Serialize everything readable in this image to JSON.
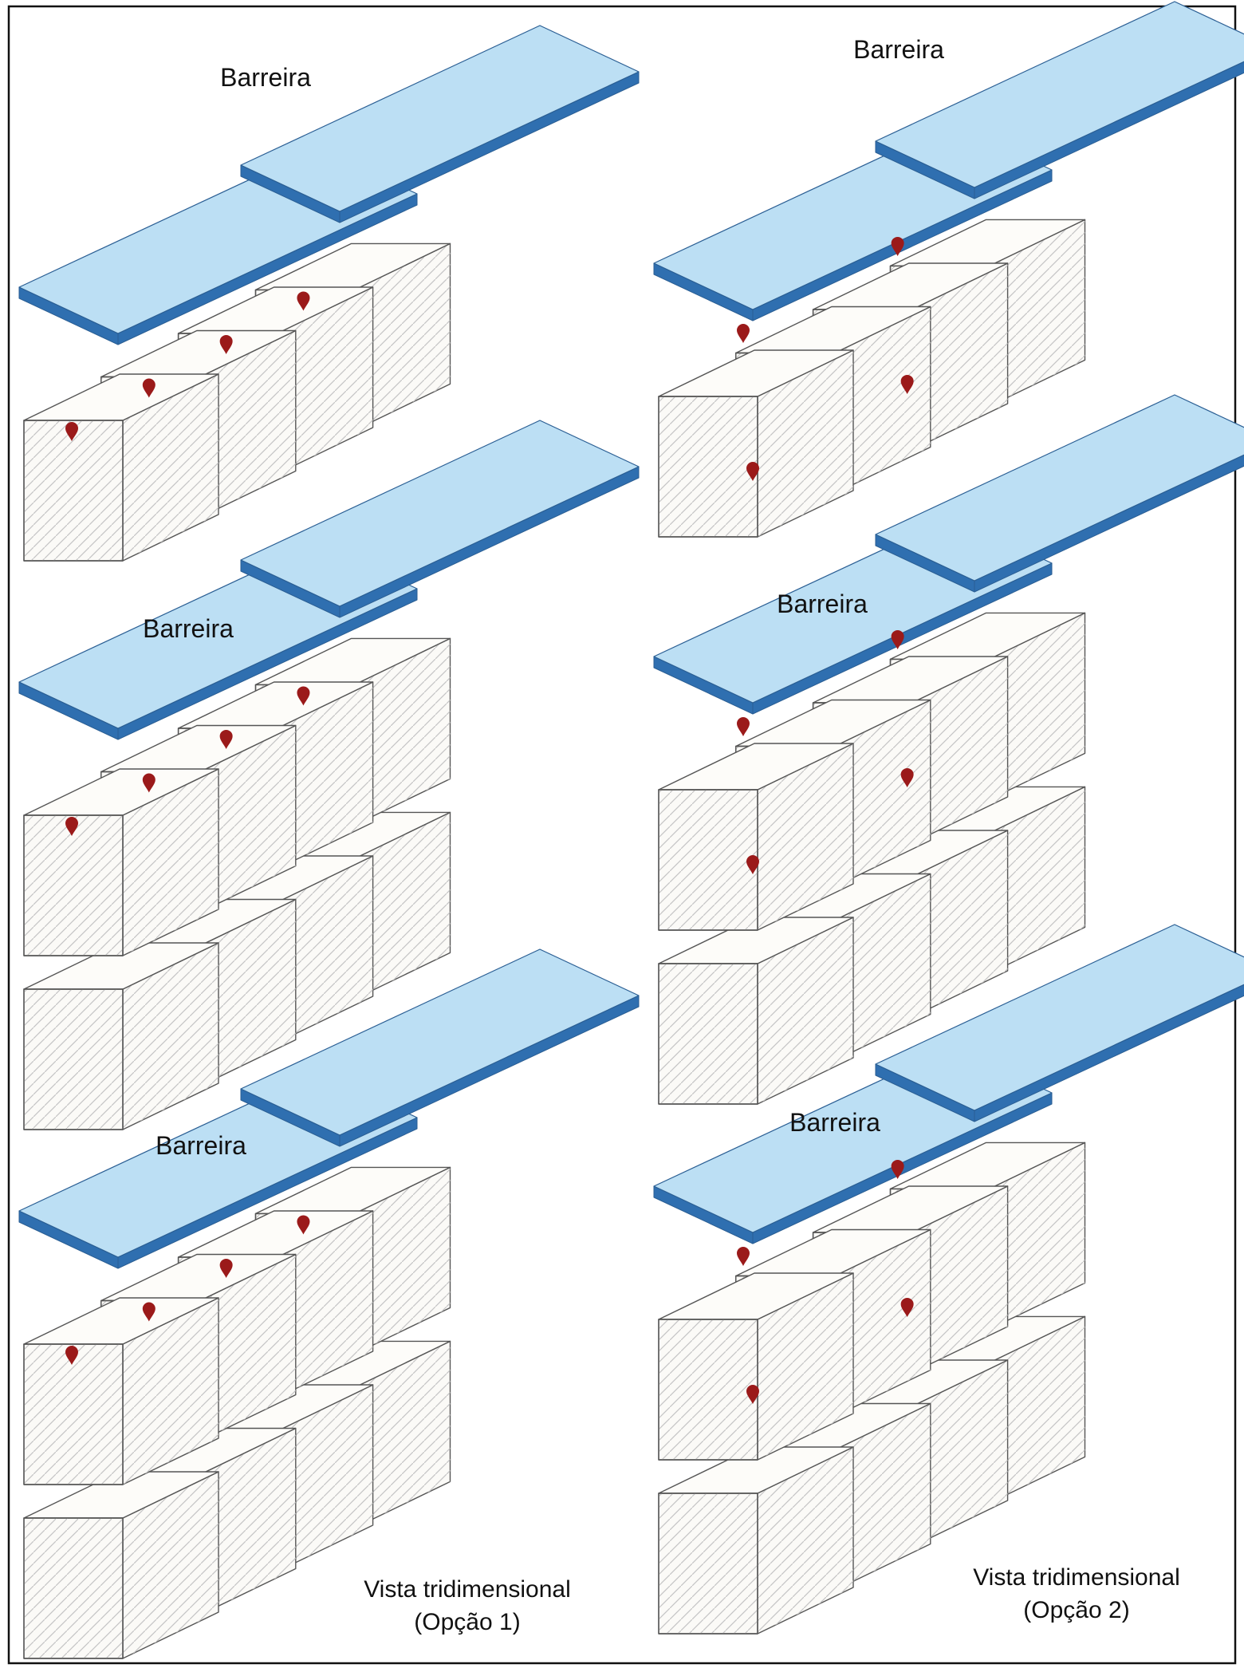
{
  "colors": {
    "frame": "#111111",
    "barrier_top": "#bcdff4",
    "barrier_side": "#2f6fb0",
    "barrier_edge": "#2a5e93",
    "cube_face": "#fbfaf7",
    "cube_edge": "#555555",
    "hatch": "#c4c4c4",
    "pin": "#9b1a1a"
  },
  "labels": {
    "barrier": "Barreira"
  },
  "captions": {
    "option1_line1": "Vista tridimensional",
    "option1_line2": "(Opção 1)",
    "option2_line1": "Vista tridimensional",
    "option2_line2": "(Opção 2)"
  },
  "icons": {
    "pin": "map-pin-icon"
  }
}
